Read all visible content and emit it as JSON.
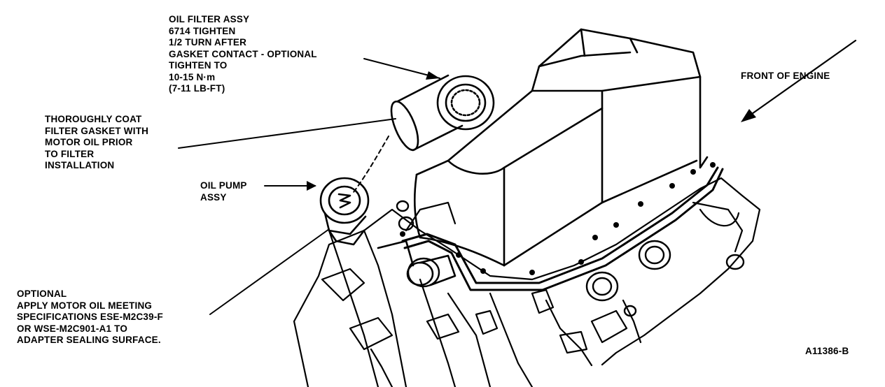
{
  "callouts": {
    "oil_filter": {
      "lines": [
        "OIL FILTER ASSY",
        "6714 TIGHTEN",
        "1/2 TURN AFTER",
        "GASKET CONTACT - OPTIONAL",
        "TIGHTEN TO",
        "10-15 N·m",
        "(7-11 LB-FT)"
      ]
    },
    "coat_gasket": {
      "lines": [
        "THOROUGHLY COAT",
        "FILTER GASKET WITH",
        "MOTOR OIL PRIOR",
        "TO FILTER",
        "INSTALLATION"
      ]
    },
    "oil_pump": {
      "lines": [
        "OIL PUMP",
        "ASSY"
      ]
    },
    "front_of_engine": {
      "lines": [
        "FRONT OF ENGINE"
      ]
    },
    "optional_apply": {
      "lines": [
        "OPTIONAL",
        "APPLY MOTOR OIL MEETING",
        "SPECIFICATIONS ESE-M2C39-F",
        "OR WSE-M2C901-A1 TO",
        "ADAPTER SEALING SURFACE."
      ]
    }
  },
  "figure_id": "A11386-B"
}
